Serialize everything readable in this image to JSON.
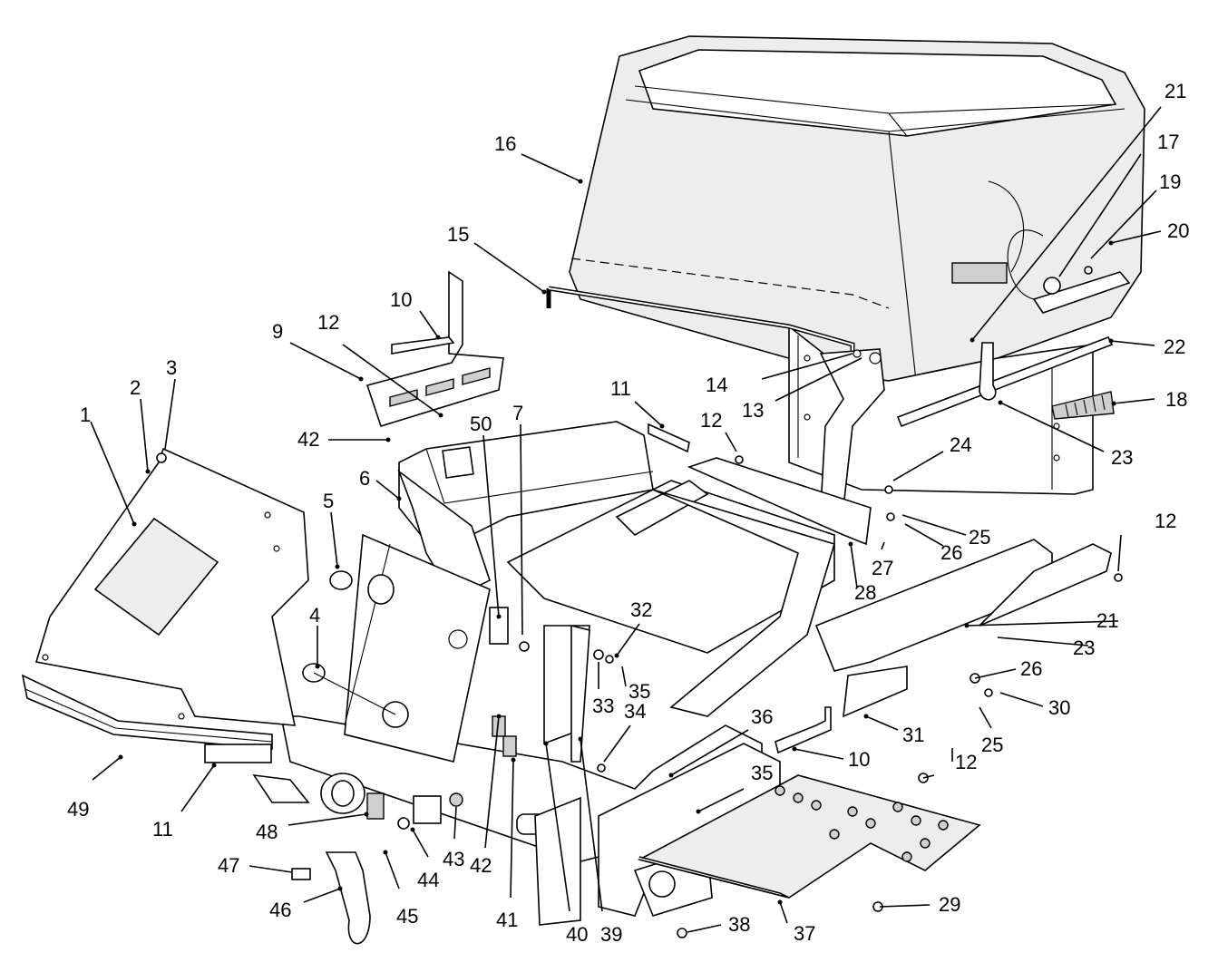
{
  "diagram": {
    "callouts": [
      {
        "id": "1",
        "label": "1"
      },
      {
        "id": "2",
        "label": "2"
      },
      {
        "id": "3",
        "label": "3"
      },
      {
        "id": "4",
        "label": "4"
      },
      {
        "id": "5",
        "label": "5"
      },
      {
        "id": "6",
        "label": "6"
      },
      {
        "id": "7",
        "label": "7"
      },
      {
        "id": "9",
        "label": "9"
      },
      {
        "id": "10a",
        "label": "10"
      },
      {
        "id": "10b",
        "label": "10"
      },
      {
        "id": "11a",
        "label": "11"
      },
      {
        "id": "11b",
        "label": "11"
      },
      {
        "id": "12a",
        "label": "12"
      },
      {
        "id": "12b",
        "label": "12"
      },
      {
        "id": "12c",
        "label": "12"
      },
      {
        "id": "12d",
        "label": "12"
      },
      {
        "id": "13",
        "label": "13"
      },
      {
        "id": "14",
        "label": "14"
      },
      {
        "id": "15",
        "label": "15"
      },
      {
        "id": "16",
        "label": "16"
      },
      {
        "id": "17",
        "label": "17"
      },
      {
        "id": "18",
        "label": "18"
      },
      {
        "id": "19",
        "label": "19"
      },
      {
        "id": "20",
        "label": "20"
      },
      {
        "id": "21a",
        "label": "21"
      },
      {
        "id": "21b",
        "label": "21"
      },
      {
        "id": "22",
        "label": "22"
      },
      {
        "id": "23a",
        "label": "23"
      },
      {
        "id": "23b",
        "label": "23"
      },
      {
        "id": "24",
        "label": "24"
      },
      {
        "id": "25a",
        "label": "25"
      },
      {
        "id": "25b",
        "label": "25"
      },
      {
        "id": "26a",
        "label": "26"
      },
      {
        "id": "26b",
        "label": "26"
      },
      {
        "id": "27",
        "label": "27"
      },
      {
        "id": "28",
        "label": "28"
      },
      {
        "id": "29",
        "label": "29"
      },
      {
        "id": "30",
        "label": "30"
      },
      {
        "id": "31",
        "label": "31"
      },
      {
        "id": "32",
        "label": "32"
      },
      {
        "id": "33",
        "label": "33"
      },
      {
        "id": "34",
        "label": "34"
      },
      {
        "id": "35a",
        "label": "35"
      },
      {
        "id": "35b",
        "label": "35"
      },
      {
        "id": "36",
        "label": "36"
      },
      {
        "id": "37",
        "label": "37"
      },
      {
        "id": "38",
        "label": "38"
      },
      {
        "id": "39",
        "label": "39"
      },
      {
        "id": "40",
        "label": "40"
      },
      {
        "id": "41",
        "label": "41"
      },
      {
        "id": "42a",
        "label": "42"
      },
      {
        "id": "42b",
        "label": "42"
      },
      {
        "id": "43",
        "label": "43"
      },
      {
        "id": "44",
        "label": "44"
      },
      {
        "id": "45",
        "label": "45"
      },
      {
        "id": "46",
        "label": "46"
      },
      {
        "id": "47",
        "label": "47"
      },
      {
        "id": "48",
        "label": "48"
      },
      {
        "id": "49",
        "label": "49"
      },
      {
        "id": "50",
        "label": "50"
      }
    ]
  }
}
